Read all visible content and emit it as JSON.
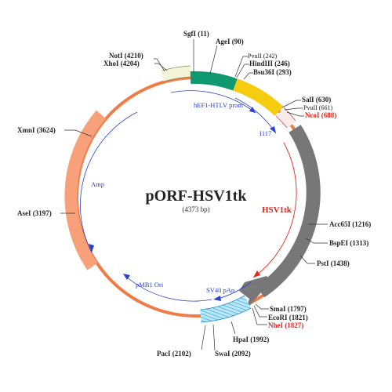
{
  "plasmid": {
    "name": "pORF-HSV1tk",
    "size": "(4373 bp)",
    "length": 4373
  },
  "features": [
    {
      "key": "promoter",
      "label": "hEF1-HTLV prom",
      "color": "#2b3fd0"
    },
    {
      "key": "intron",
      "label": "I117",
      "color": "#2b3fd0"
    },
    {
      "key": "orf",
      "label": "HSV1tk",
      "color": "#e0261b"
    },
    {
      "key": "polya",
      "label": "SV40 pAn",
      "color": "#2b3fd0"
    },
    {
      "key": "ori",
      "label": "pMB1 Ori",
      "color": "#2b3fd0"
    },
    {
      "key": "amp",
      "label": "Amp",
      "color": "#2b3fd0"
    }
  ],
  "sites": [
    {
      "key": "sgfi",
      "name": "SgfI",
      "pos": "(11)",
      "highlight": false
    },
    {
      "key": "agei",
      "name": "AgeI",
      "pos": "(90)",
      "highlight": false
    },
    {
      "key": "pvuii242",
      "name": "PvuII",
      "pos": "(242)",
      "highlight": false
    },
    {
      "key": "hindiii",
      "name": "HindIII",
      "pos": "(246)",
      "highlight": false
    },
    {
      "key": "bsu36i",
      "name": "Bsu36I",
      "pos": "(293)",
      "highlight": false
    },
    {
      "key": "sali",
      "name": "SalI",
      "pos": "(630)",
      "highlight": false
    },
    {
      "key": "pvuii661",
      "name": "PvuII",
      "pos": "(661)",
      "highlight": false
    },
    {
      "key": "ncoi",
      "name": "NcoI",
      "pos": "(688)",
      "highlight": true
    },
    {
      "key": "acc65i",
      "name": "Acc65I",
      "pos": "(1216)",
      "highlight": false
    },
    {
      "key": "bspei",
      "name": "BspEI",
      "pos": "(1313)",
      "highlight": false
    },
    {
      "key": "psti",
      "name": "PstI",
      "pos": "(1438)",
      "highlight": false
    },
    {
      "key": "smai",
      "name": "SmaI",
      "pos": "(1797)",
      "highlight": false
    },
    {
      "key": "ecori",
      "name": "EcoRI",
      "pos": "(1821)",
      "highlight": false
    },
    {
      "key": "nhei",
      "name": "NheI",
      "pos": "(1827)",
      "highlight": true
    },
    {
      "key": "hpai",
      "name": "HpaI",
      "pos": "(1992)",
      "highlight": false
    },
    {
      "key": "swai",
      "name": "SwaI",
      "pos": "(2092)",
      "highlight": false
    },
    {
      "key": "paci",
      "name": "PacI",
      "pos": "(2102)",
      "highlight": false
    },
    {
      "key": "asei",
      "name": "AseI",
      "pos": "(3197)",
      "highlight": false
    },
    {
      "key": "xmni",
      "name": "XmnI",
      "pos": "(3624)",
      "highlight": false
    },
    {
      "key": "xhoi",
      "name": "XhoI",
      "pos": "(4204)",
      "highlight": false
    },
    {
      "key": "noti",
      "name": "NotI",
      "pos": "(4210)",
      "highlight": false
    }
  ],
  "colors": {
    "backbone": "#f07b46",
    "amp": "#f7a07a",
    "promoter": "#0e9a6e",
    "intron": "#f6cc10",
    "orf": "#777777",
    "polya": "#8fd3f4",
    "feature_label": "#2b3fd0",
    "highlight": "#e0261b"
  }
}
